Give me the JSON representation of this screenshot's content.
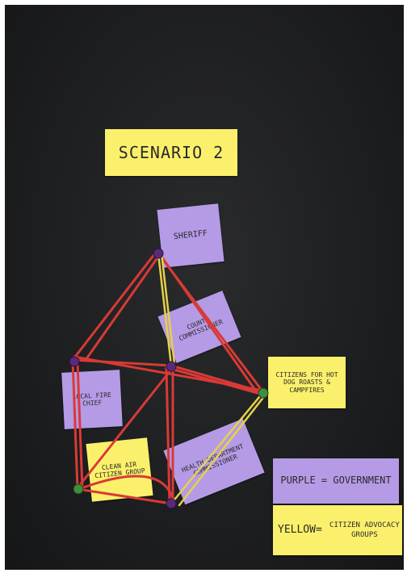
{
  "title": "SCENARIO 2",
  "notes": {
    "sheriff": "SHERIFF",
    "county": "COUNTY COMMISSIONER",
    "local": "LOCAL FIRE CHIEF",
    "citizens_hot": "CITIZENS FOR HOT DOG ROASTS & CAMPFIRES",
    "clean": "CLEAN AIR CITIZEN GROUP",
    "health": "HEALTH DEPARTMENT COMMISSIONER"
  },
  "legend": {
    "purple": "PURPLE = GOVERNMENT",
    "yellow_label": "YELLOW=",
    "yellow_text": "CITIZEN ADVOCACY GROUPS"
  },
  "colors": {
    "board": "#1d1e20",
    "yellow_note": "#fbf06b",
    "purple_note": "#b59be6",
    "red_band": "#d93a36",
    "yellow_band": "#e5d14a"
  }
}
